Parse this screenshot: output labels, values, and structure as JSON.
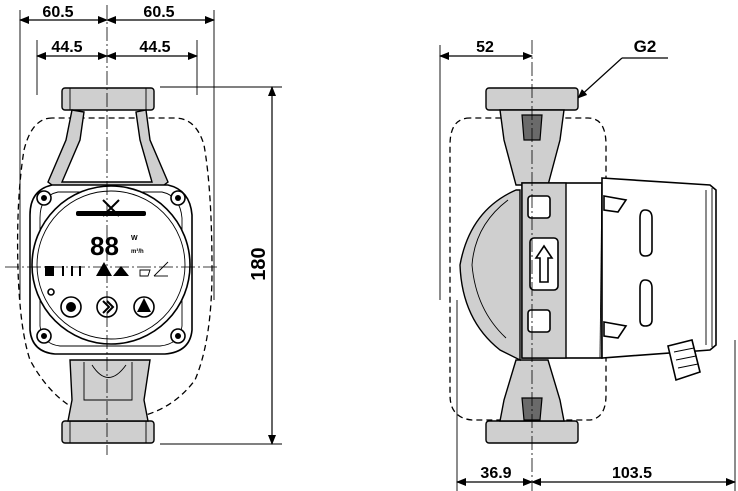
{
  "dimensions": {
    "front_top_left": "60.5",
    "front_top_right": "60.5",
    "front_inner_left": "44.5",
    "front_inner_right": "44.5",
    "front_height": "180",
    "side_top": "52",
    "thread_callout": "G2",
    "side_bottom_left": "36.9",
    "side_bottom_right": "103.5"
  },
  "display": {
    "digits": "88",
    "unit_top": "W",
    "unit_bottom": "m³/h"
  }
}
